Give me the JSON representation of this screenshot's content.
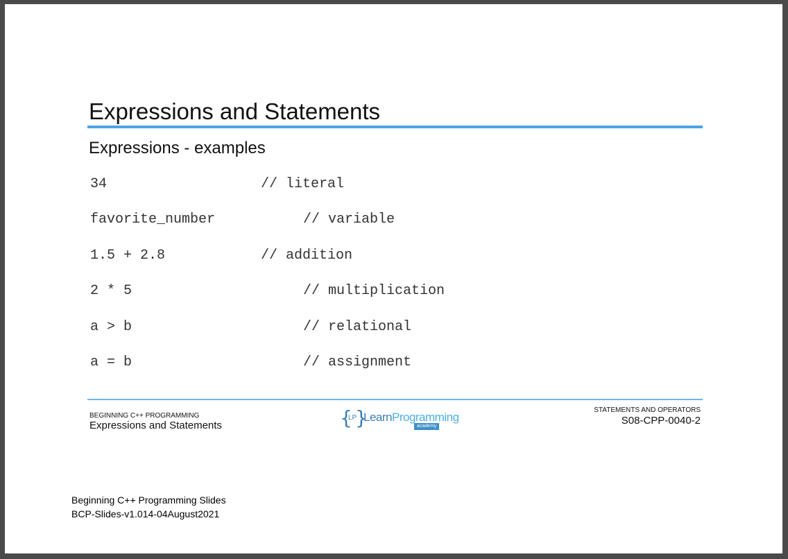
{
  "slide": {
    "title": "Expressions and Statements",
    "subtitle": "Expressions - examples",
    "rows": [
      {
        "expr": "34",
        "comment": "// literal"
      },
      {
        "expr": "favorite_number",
        "comment": "// variable"
      },
      {
        "expr": "1.5 + 2.8",
        "comment": "// addition"
      },
      {
        "expr": "2 * 5",
        "comment": "// multiplication"
      },
      {
        "expr": "a > b",
        "comment": "// relational"
      },
      {
        "expr": "a = b",
        "comment": "// assignment"
      }
    ]
  },
  "footer": {
    "course": "BEGINNING C++ PROGRAMMING",
    "section": "Expressions and Statements",
    "topic": "STATEMENTS AND OPERATORS",
    "slide_code": "S08-CPP-0040-2",
    "logo": {
      "open_brace": "{",
      "lp": "LP",
      "close_brace": "}",
      "word_a": "Learn",
      "word_b": "Programming",
      "tag": "academy"
    }
  },
  "notes": {
    "line1": "Beginning C++ Programming Slides",
    "line2": "BCP-Slides-v1.014-04August2021"
  },
  "colors": {
    "accent_rule": "#4da3e6",
    "logo_blue": "#3d7fb3",
    "background": "#4a4a4a"
  }
}
